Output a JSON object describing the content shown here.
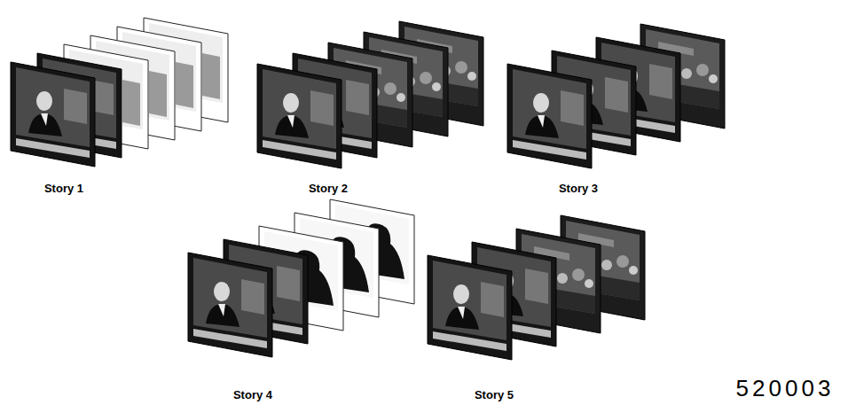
{
  "diagram": {
    "labels": [
      "Story 1",
      "Story 2",
      "Story 3",
      "Story 4",
      "Story 5",
      "520003"
    ]
  }
}
